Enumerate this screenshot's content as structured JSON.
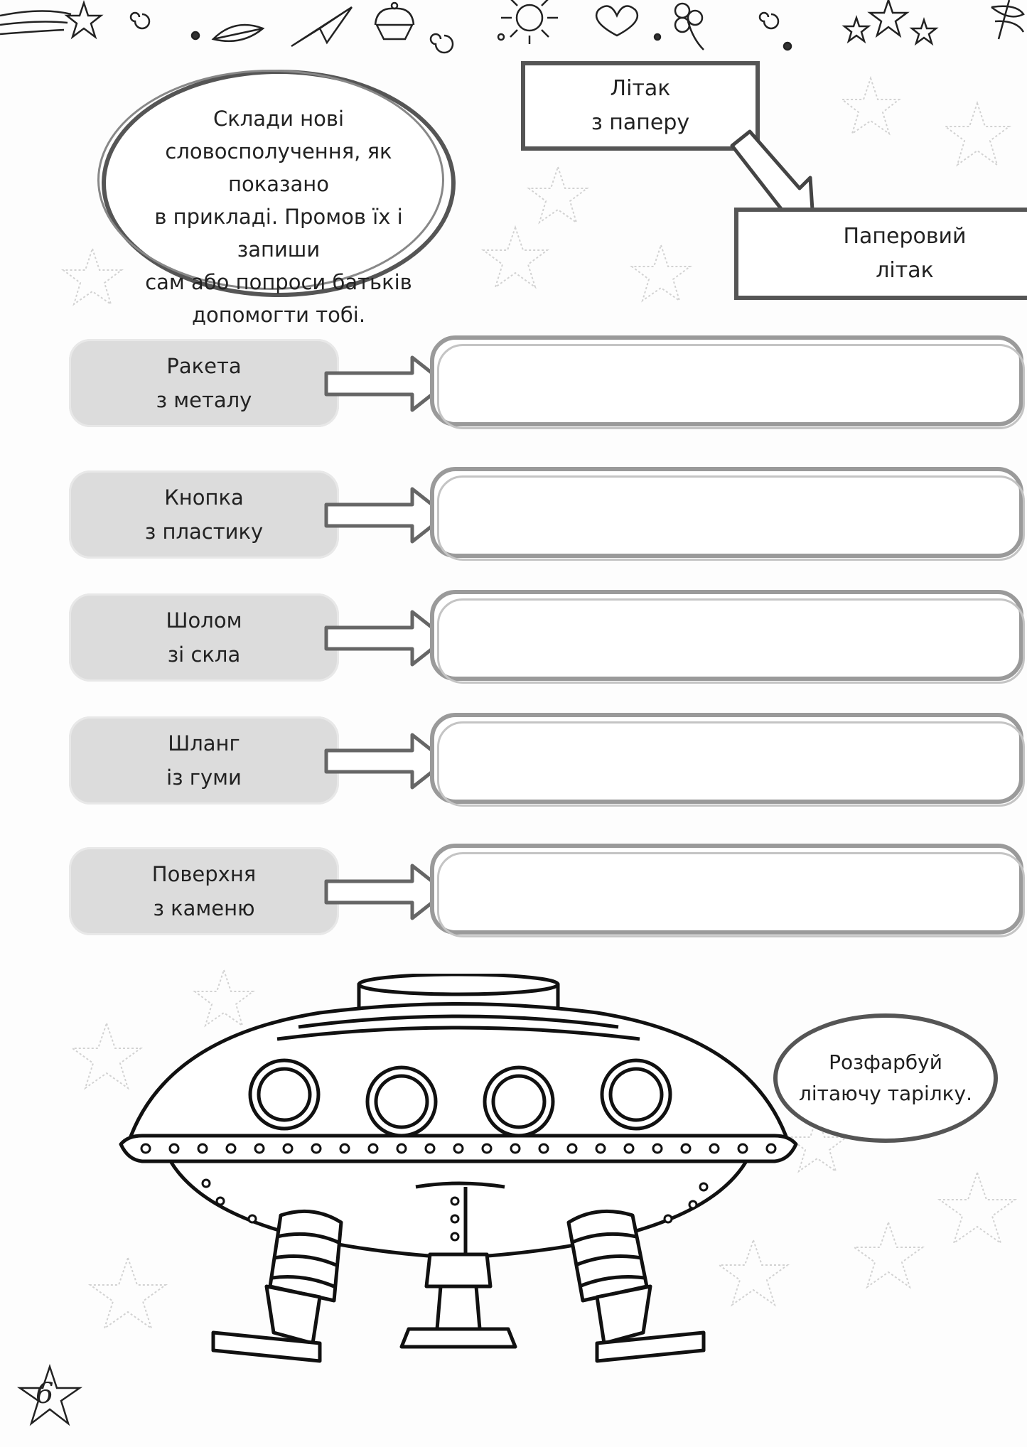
{
  "instruction": {
    "line1": "Склади нові",
    "line2": "словосполучення, як показано",
    "line3": "в прикладі. Промов їх і запиши",
    "line4": "сам або попроси батьків",
    "line5": "допомогти тобі."
  },
  "example": {
    "source_line1": "Літак",
    "source_line2": "з паперу",
    "result_line1": "Паперовий",
    "result_line2": "літак"
  },
  "rows": [
    {
      "line1": "Ракета",
      "line2": "з металу",
      "answer": ""
    },
    {
      "line1": "Кнопка",
      "line2": "з пластику",
      "answer": ""
    },
    {
      "line1": "Шолом",
      "line2": "зі скла",
      "answer": ""
    },
    {
      "line1": "Шланг",
      "line2": "із гуми",
      "answer": ""
    },
    {
      "line1": "Поверхня",
      "line2": "з каменю",
      "answer": ""
    }
  ],
  "coloring_task": {
    "line1": "Розфарбуй",
    "line2": "літаючу тарілку."
  },
  "page_number": "6",
  "decorations": [
    "comet-icon",
    "swirl-icon",
    "leaf-icon",
    "paper-plane-icon",
    "cupcake-icon",
    "sun-icon",
    "heart-icon",
    "clover-icon",
    "star-icon",
    "dragonfly-icon",
    "ufo-illustration"
  ]
}
